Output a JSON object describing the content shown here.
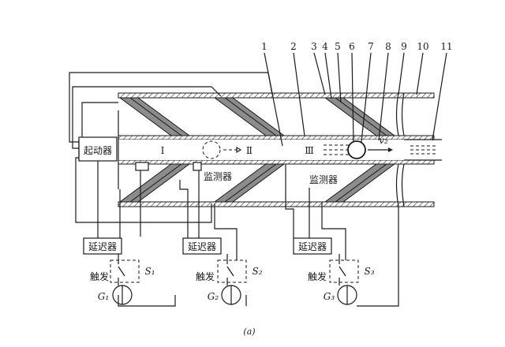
{
  "part_numbers": [
    "1",
    "2",
    "3",
    "4",
    "5",
    "6",
    "7",
    "8",
    "9",
    "10",
    "11"
  ],
  "labels": {
    "starter": "起动器",
    "monitor_1": "监测器",
    "monitor_2": "监测器",
    "delay_1": "延迟器",
    "delay_2": "延迟器",
    "delay_3": "延迟器",
    "trigger_1": "触发",
    "trigger_2": "触发",
    "trigger_3": "触发",
    "switch_1": "S₁",
    "switch_2": "S₂",
    "switch_3": "S₃",
    "source_1": "G₁",
    "source_2": "G₂",
    "source_3": "G₃",
    "stage_1": "Ⅰ",
    "stage_2": "Ⅱ",
    "stage_3": "Ⅲ",
    "velocity": "v₂"
  },
  "caption": "(a)"
}
